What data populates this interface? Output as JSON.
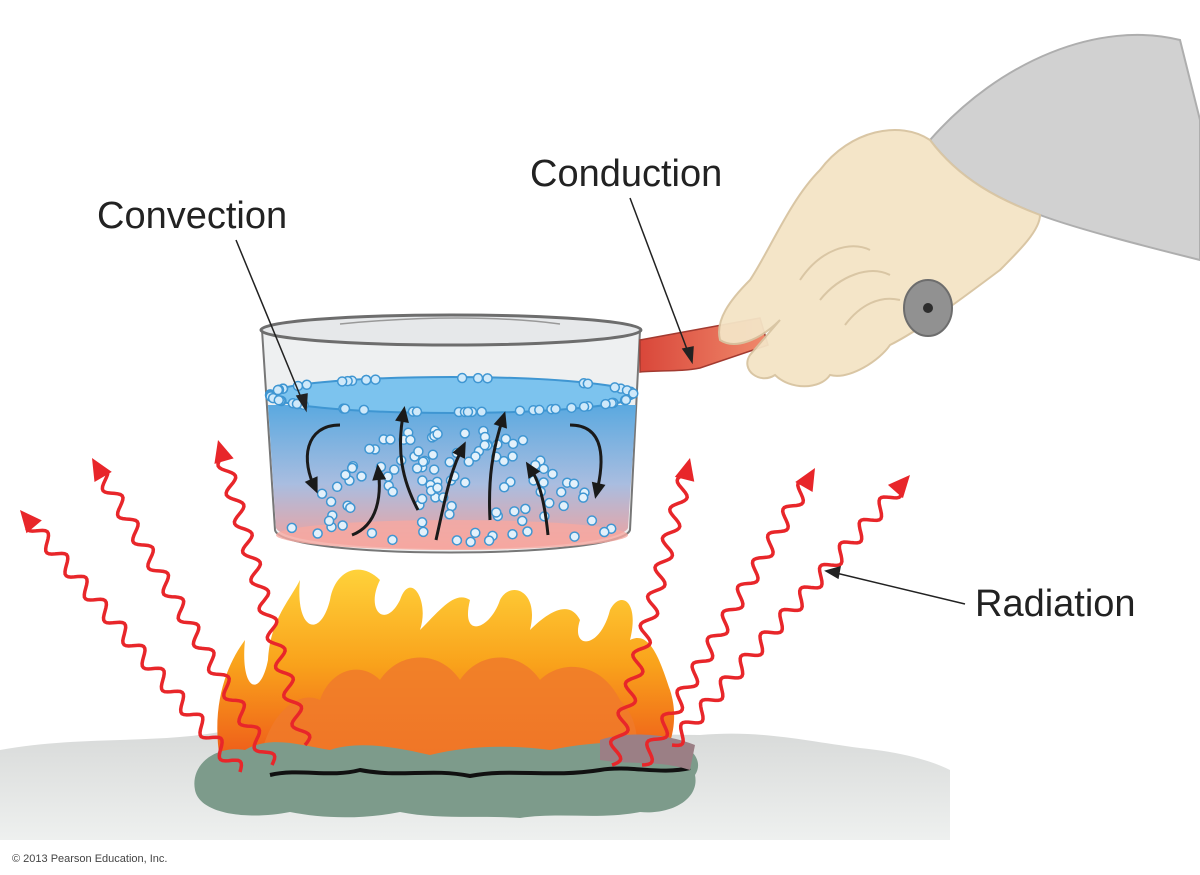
{
  "labels": {
    "convection": "Convection",
    "conduction": "Conduction",
    "radiation": "Radiation"
  },
  "copyright": "© 2013 Pearson Education, Inc.",
  "colors": {
    "radiation": "#e8262a",
    "water_top": "#6fb6e6",
    "water_bottom": "#f2a7a0",
    "handle": "#e4604a",
    "skin": "#f4e4c6",
    "sleeve": "#cfcfcf",
    "ground": "#cfd2d0",
    "coal": "#7f9a8a"
  }
}
